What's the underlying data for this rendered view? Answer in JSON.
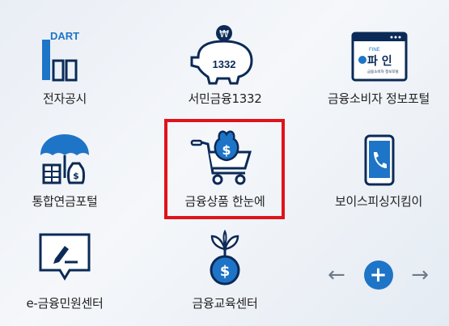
{
  "services": [
    {
      "label": "전자공시",
      "icon": "dart-chart-icon",
      "badge": "DART"
    },
    {
      "label": "서민금융1332",
      "icon": "piggy-bank-icon",
      "badge": "1332"
    },
    {
      "label": "금융소비자 정보포털",
      "icon": "fine-portal-icon",
      "badge": "파 인",
      "badge_top": "FINE",
      "badge_sub": "금융소비자 정보포털"
    },
    {
      "label": "통합연금포털",
      "icon": "umbrella-money-icon"
    },
    {
      "label": "금융상품 한눈에",
      "icon": "shopping-cart-icon"
    },
    {
      "label": "보이스피싱지킴이",
      "icon": "phone-icon"
    },
    {
      "label": "e-금융민원센터",
      "icon": "chat-pen-icon"
    },
    {
      "label": "금융교육센터",
      "icon": "plant-coin-icon"
    }
  ],
  "controls": {
    "prev": "←",
    "next": "→",
    "add": "+"
  },
  "colors": {
    "navy": "#0b2a57",
    "blue": "#1e74c7",
    "highlight": "#e0131b"
  }
}
